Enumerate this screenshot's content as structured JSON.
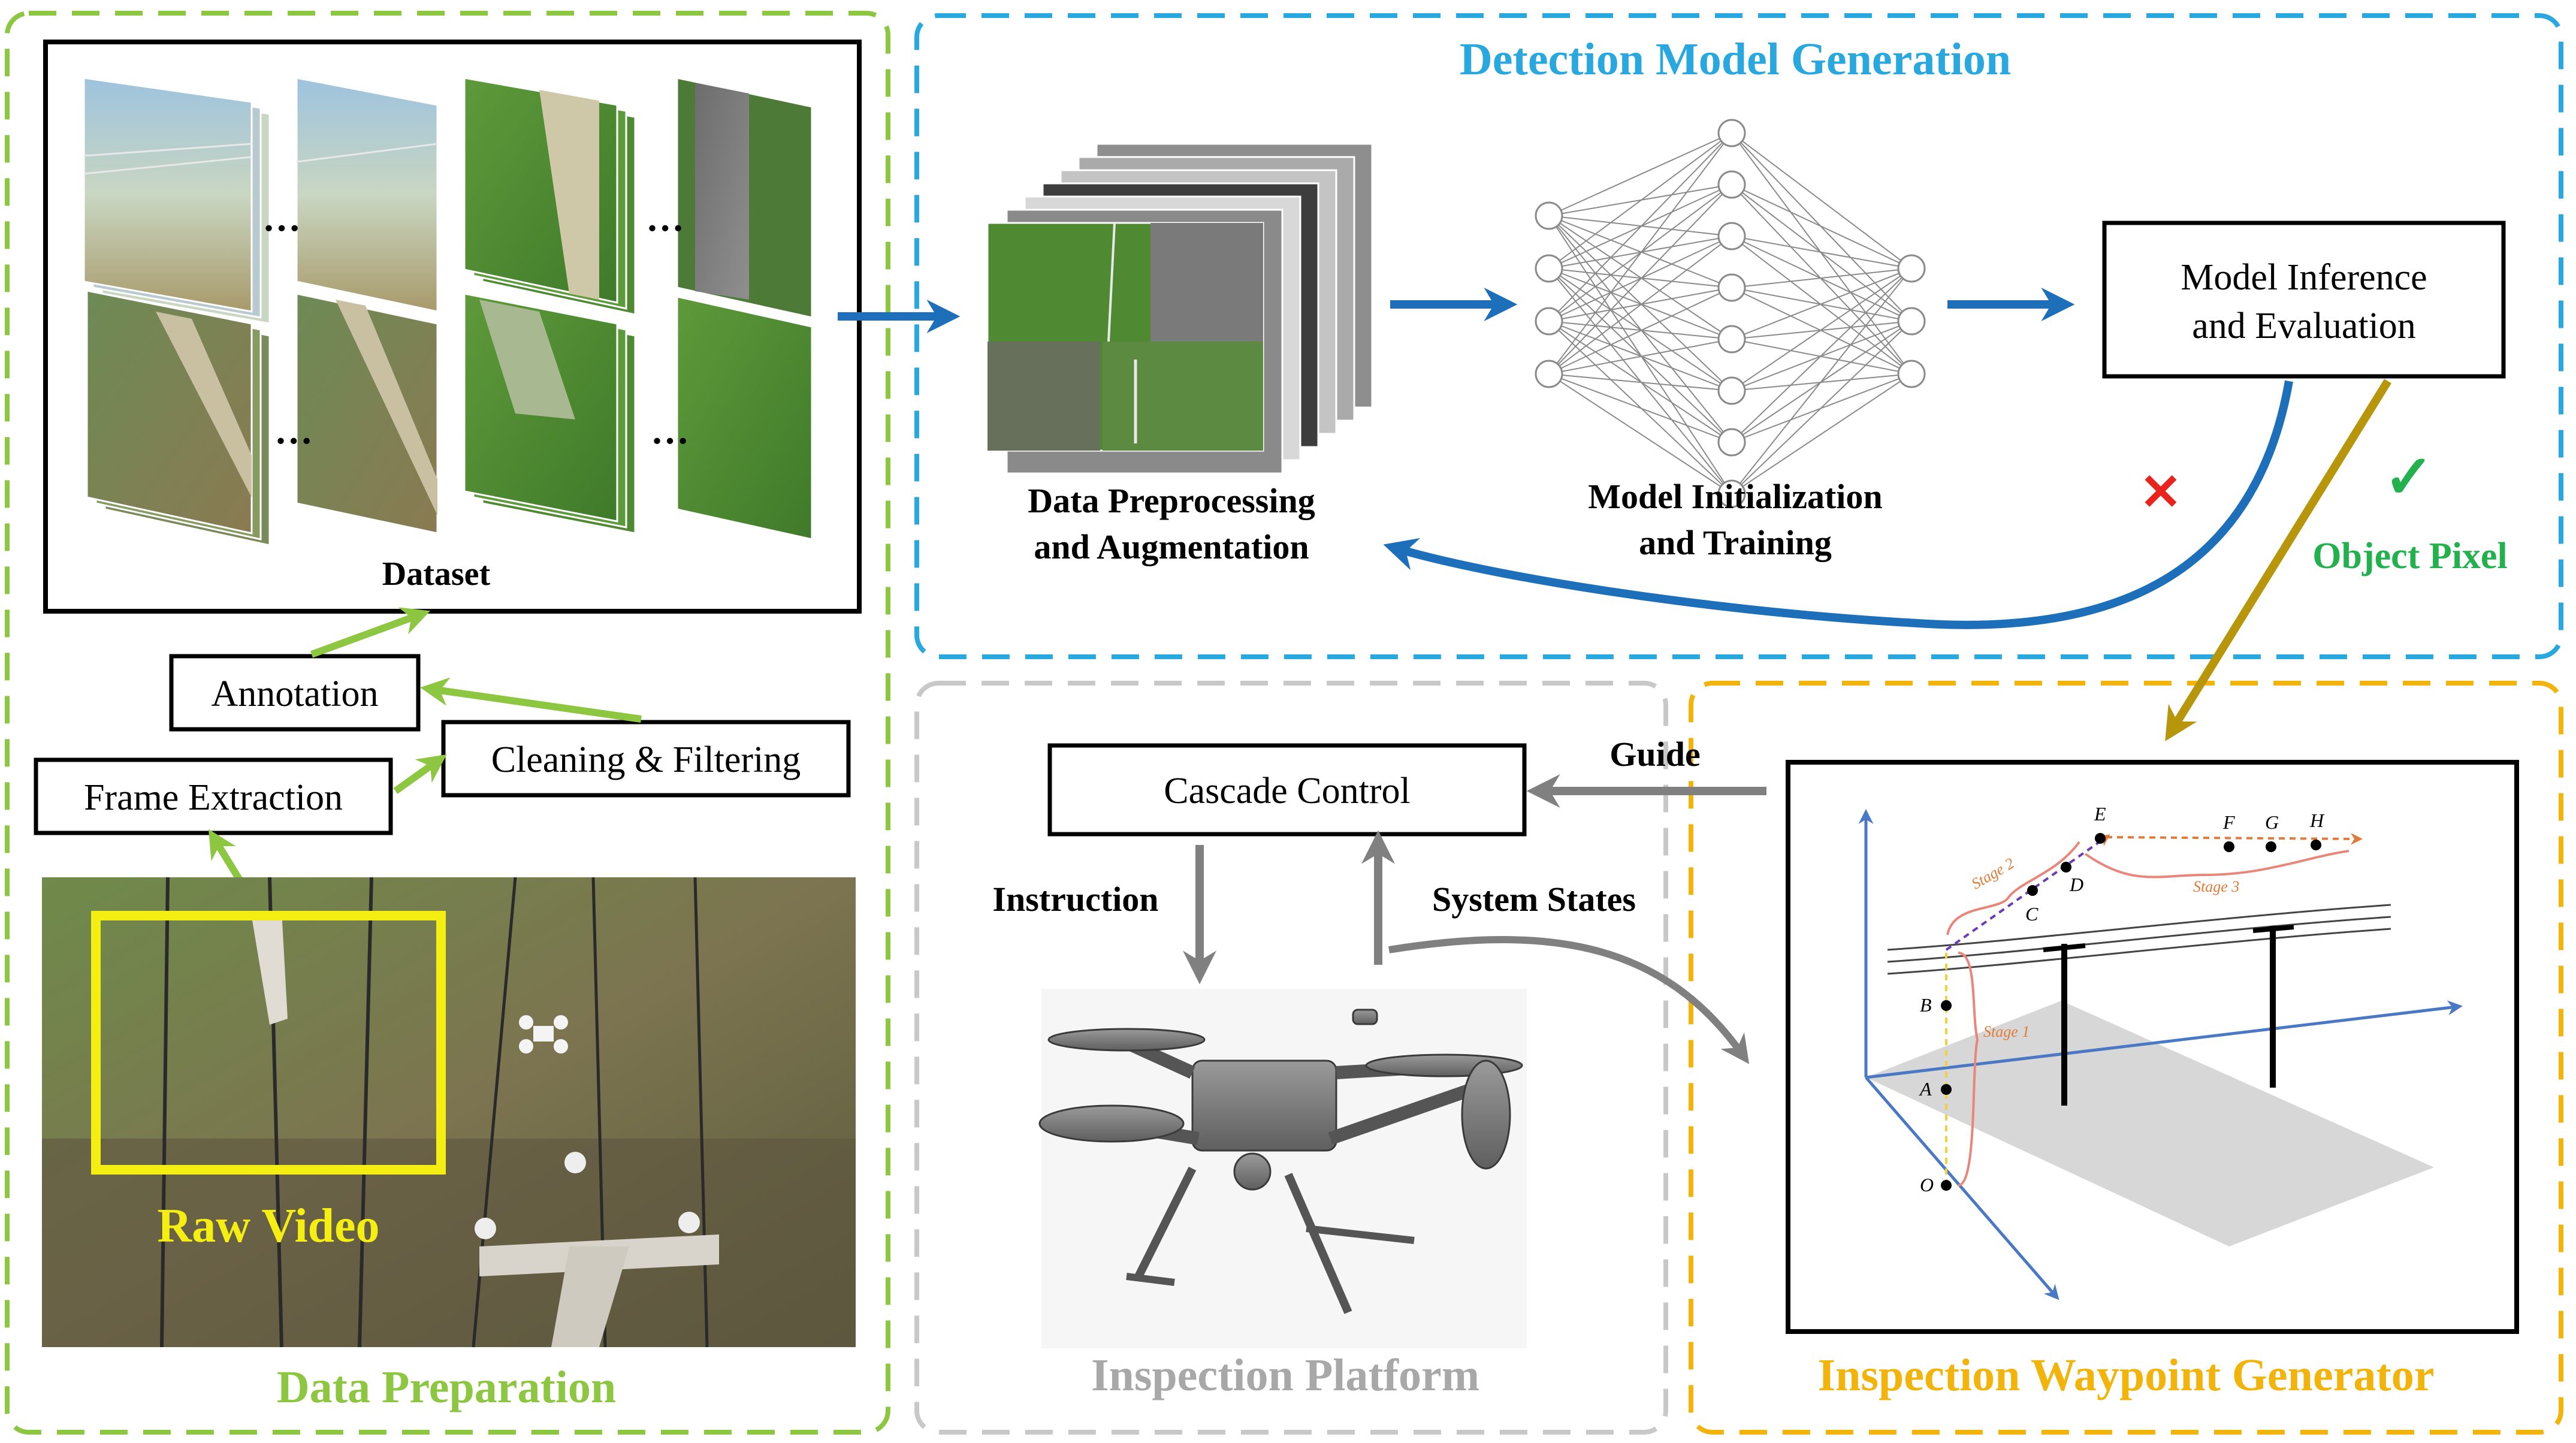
{
  "colors": {
    "green": "#8dc640",
    "blue": "#29a8e0",
    "gray": "#b8b8b8",
    "gold": "#f2b40a",
    "arrow_blue": "#1e6fba",
    "arrow_gray": "#808080",
    "arrow_green": "#8dc640",
    "arrow_gold": "#b8960c",
    "raw_video_yellow": "#f5ee12",
    "object_pixel_green": "#22b14c",
    "cross_red": "#e8241d"
  },
  "sections": {
    "data_preparation": "Data Preparation",
    "detection_model_generation": "Detection Model Generation",
    "inspection_platform": "Inspection Platform",
    "inspection_waypoint_generator": "Inspection Waypoint Generator"
  },
  "data_prep": {
    "dataset_label": "Dataset",
    "ellipsis": "…",
    "annotation": "Annotation",
    "cleaning_filtering": "Cleaning & Filtering",
    "frame_extraction": "Frame Extraction",
    "raw_video": "Raw Video"
  },
  "detection": {
    "preprocessing_line1": "Data Preprocessing",
    "preprocessing_line2": "and  Augmentation",
    "training_line1": "Model Initialization",
    "training_line2": "and Training",
    "inference_line1": "Model Inference",
    "inference_line2": "and Evaluation",
    "object_pixel": "Object Pixel",
    "cross_mark": "✕",
    "check_mark": "✓"
  },
  "platform": {
    "cascade_control": "Cascade Control",
    "instruction": "Instruction",
    "system_states": "System States",
    "guide": "Guide"
  },
  "waypoint": {
    "points": [
      "O",
      "A",
      "B",
      "C",
      "D",
      "E",
      "F",
      "G",
      "H"
    ],
    "stage1": "Stage 1",
    "stage2": "Stage 2",
    "stage3": "Stage 3"
  }
}
